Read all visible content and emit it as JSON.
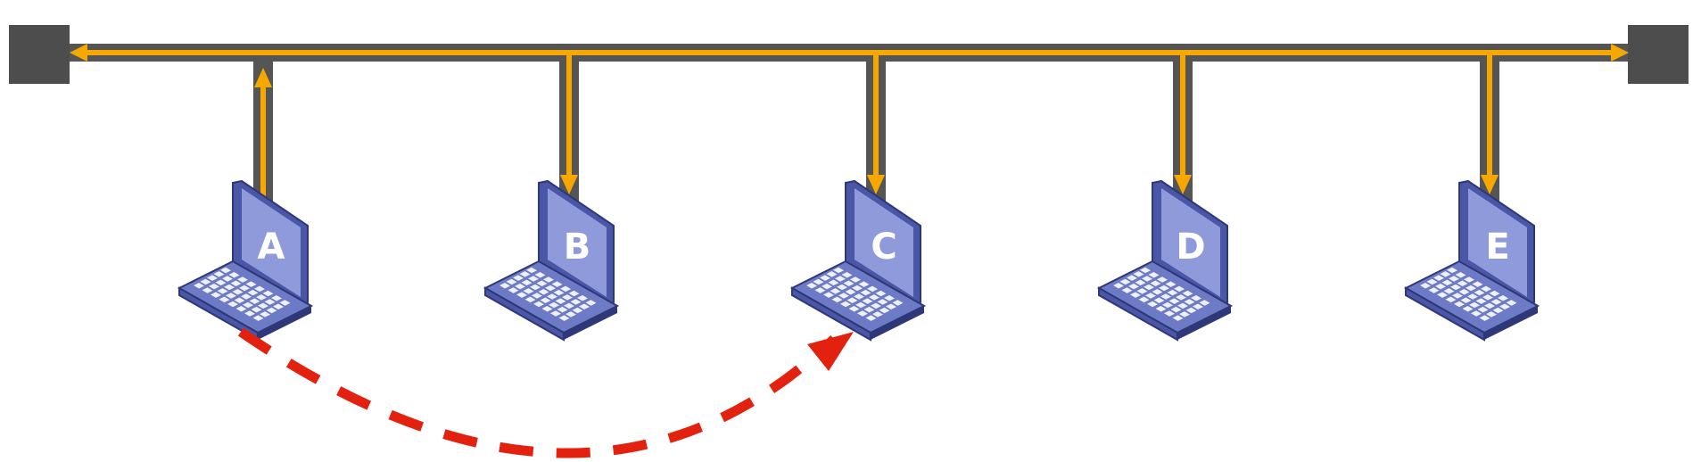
{
  "colors": {
    "bus": "#555555",
    "signal": "#F7A800",
    "terminator": "#4d4d4d",
    "arrow": "#E3210F",
    "laptop_screen": "#8E9AD9",
    "laptop_frame": "#4A56A6",
    "laptop_base": "#6D7AC6",
    "laptop_outline": "#2E3778",
    "laptop_keys": "#EEF0FA"
  },
  "nodes": [
    {
      "label": "A",
      "signal": "up"
    },
    {
      "label": "B",
      "signal": "down"
    },
    {
      "label": "C",
      "signal": "down"
    },
    {
      "label": "D",
      "signal": "down"
    },
    {
      "label": "E",
      "signal": "down"
    }
  ],
  "transfer": {
    "from": "A",
    "to": "C",
    "style": "dashed-arc"
  }
}
